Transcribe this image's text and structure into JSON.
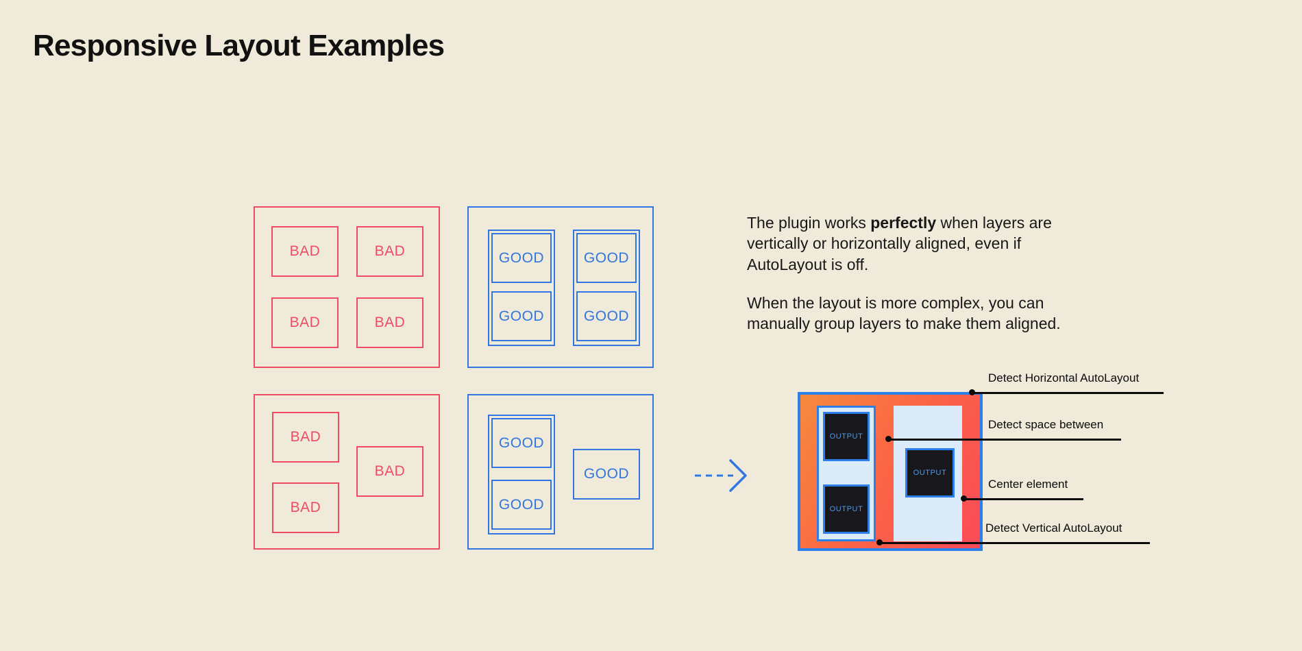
{
  "page": {
    "title": "Responsive Layout Examples",
    "background_color": "#F0EADA"
  },
  "colors": {
    "bad": "#EF4B63",
    "good": "#3176E0",
    "text": "#171717",
    "callout": "#0A0A0A",
    "mock_border": "#2B7FE8",
    "mock_fill_start": "#F68A3E",
    "mock_fill_end": "#FA4A58",
    "mock_column": "#DCEBFA",
    "output_bg": "#17171C",
    "output_text": "#4D9BF0"
  },
  "examples": {
    "bad_label": "BAD",
    "good_label": "GOOD",
    "grid_bad": {
      "name": "bad-grid-example",
      "boxes": [
        "BAD",
        "BAD",
        "BAD",
        "BAD"
      ]
    },
    "grid_good": {
      "name": "good-grid-example",
      "boxes": [
        "GOOD",
        "GOOD",
        "GOOD",
        "GOOD"
      ]
    },
    "complex_bad": {
      "name": "bad-complex-example",
      "boxes": [
        "BAD",
        "BAD",
        "BAD"
      ]
    },
    "complex_good": {
      "name": "good-complex-example",
      "boxes": [
        "GOOD",
        "GOOD",
        "GOOD"
      ]
    }
  },
  "arrow": {
    "name": "flow-arrow",
    "style": "dashed-right-arrow",
    "color": "#3176E0"
  },
  "copy": {
    "paragraph1_a": "The plugin works ",
    "paragraph1_bold": "perfectly",
    "paragraph1_b": " when layers are vertically or horizontally aligned, even if AutoLayout is off.",
    "paragraph2": "When the layout is more complex, you can manually group layers to make them aligned."
  },
  "mockup": {
    "output_label": "OUTPUT",
    "outputs": [
      "OUTPUT",
      "OUTPUT",
      "OUTPUT"
    ],
    "callouts": [
      {
        "label": "Detect Horizontal AutoLayout"
      },
      {
        "label": "Detect space between"
      },
      {
        "label": "Center element"
      },
      {
        "label": "Detect Vertical AutoLayout"
      }
    ]
  }
}
